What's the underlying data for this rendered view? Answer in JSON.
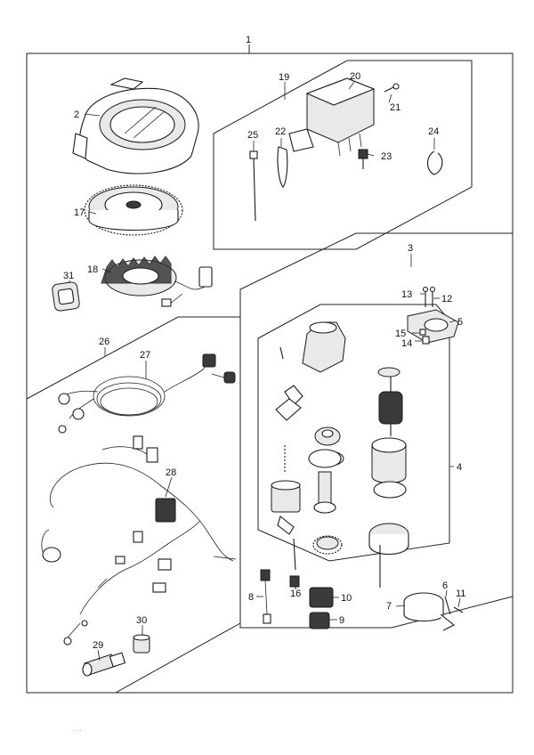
{
  "callouts": {
    "c1": "1",
    "c2": "2",
    "c3": "3",
    "c4": "4",
    "c5": "5",
    "c6": "6",
    "c7": "7",
    "c8": "8",
    "c9": "9",
    "c10": "10",
    "c11": "11",
    "c12": "12",
    "c13": "13",
    "c14": "14",
    "c15": "15",
    "c16": "16",
    "c17": "17",
    "c18": "18",
    "c19": "19",
    "c20": "20",
    "c21": "21",
    "c22": "22",
    "c23": "23",
    "c24": "24",
    "c25": "25",
    "c26": "26",
    "c27": "27",
    "c28": "28",
    "c29": "29",
    "c30": "30",
    "c31": "31"
  },
  "footer_code": "···"
}
